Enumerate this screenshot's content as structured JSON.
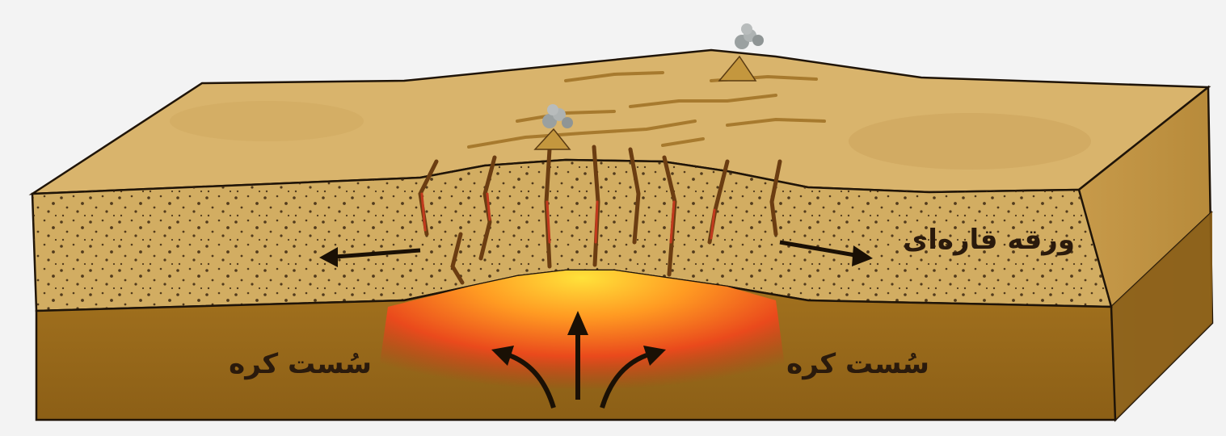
{
  "labels": {
    "plate": "ورقه قاره‌ای",
    "asthenosphere_left": "سُست کره",
    "asthenosphere_right": "سُست کره"
  },
  "colors": {
    "surface": "#d8b36a",
    "crust": "#cfa85a",
    "crust_front": "#d2ad62",
    "mantle": "#9a6b1c",
    "hot_core": "#ffd21f",
    "hot_mid": "#ff8a1e",
    "hot_edge": "#e4421c",
    "outline": "#1f1408",
    "fissure": "#c23a1e"
  },
  "icons": [
    "volcano-plume-icon",
    "arrow-left-icon",
    "arrow-right-icon",
    "arrow-up-icon",
    "curved-arrow-left-icon",
    "curved-arrow-right-icon"
  ]
}
